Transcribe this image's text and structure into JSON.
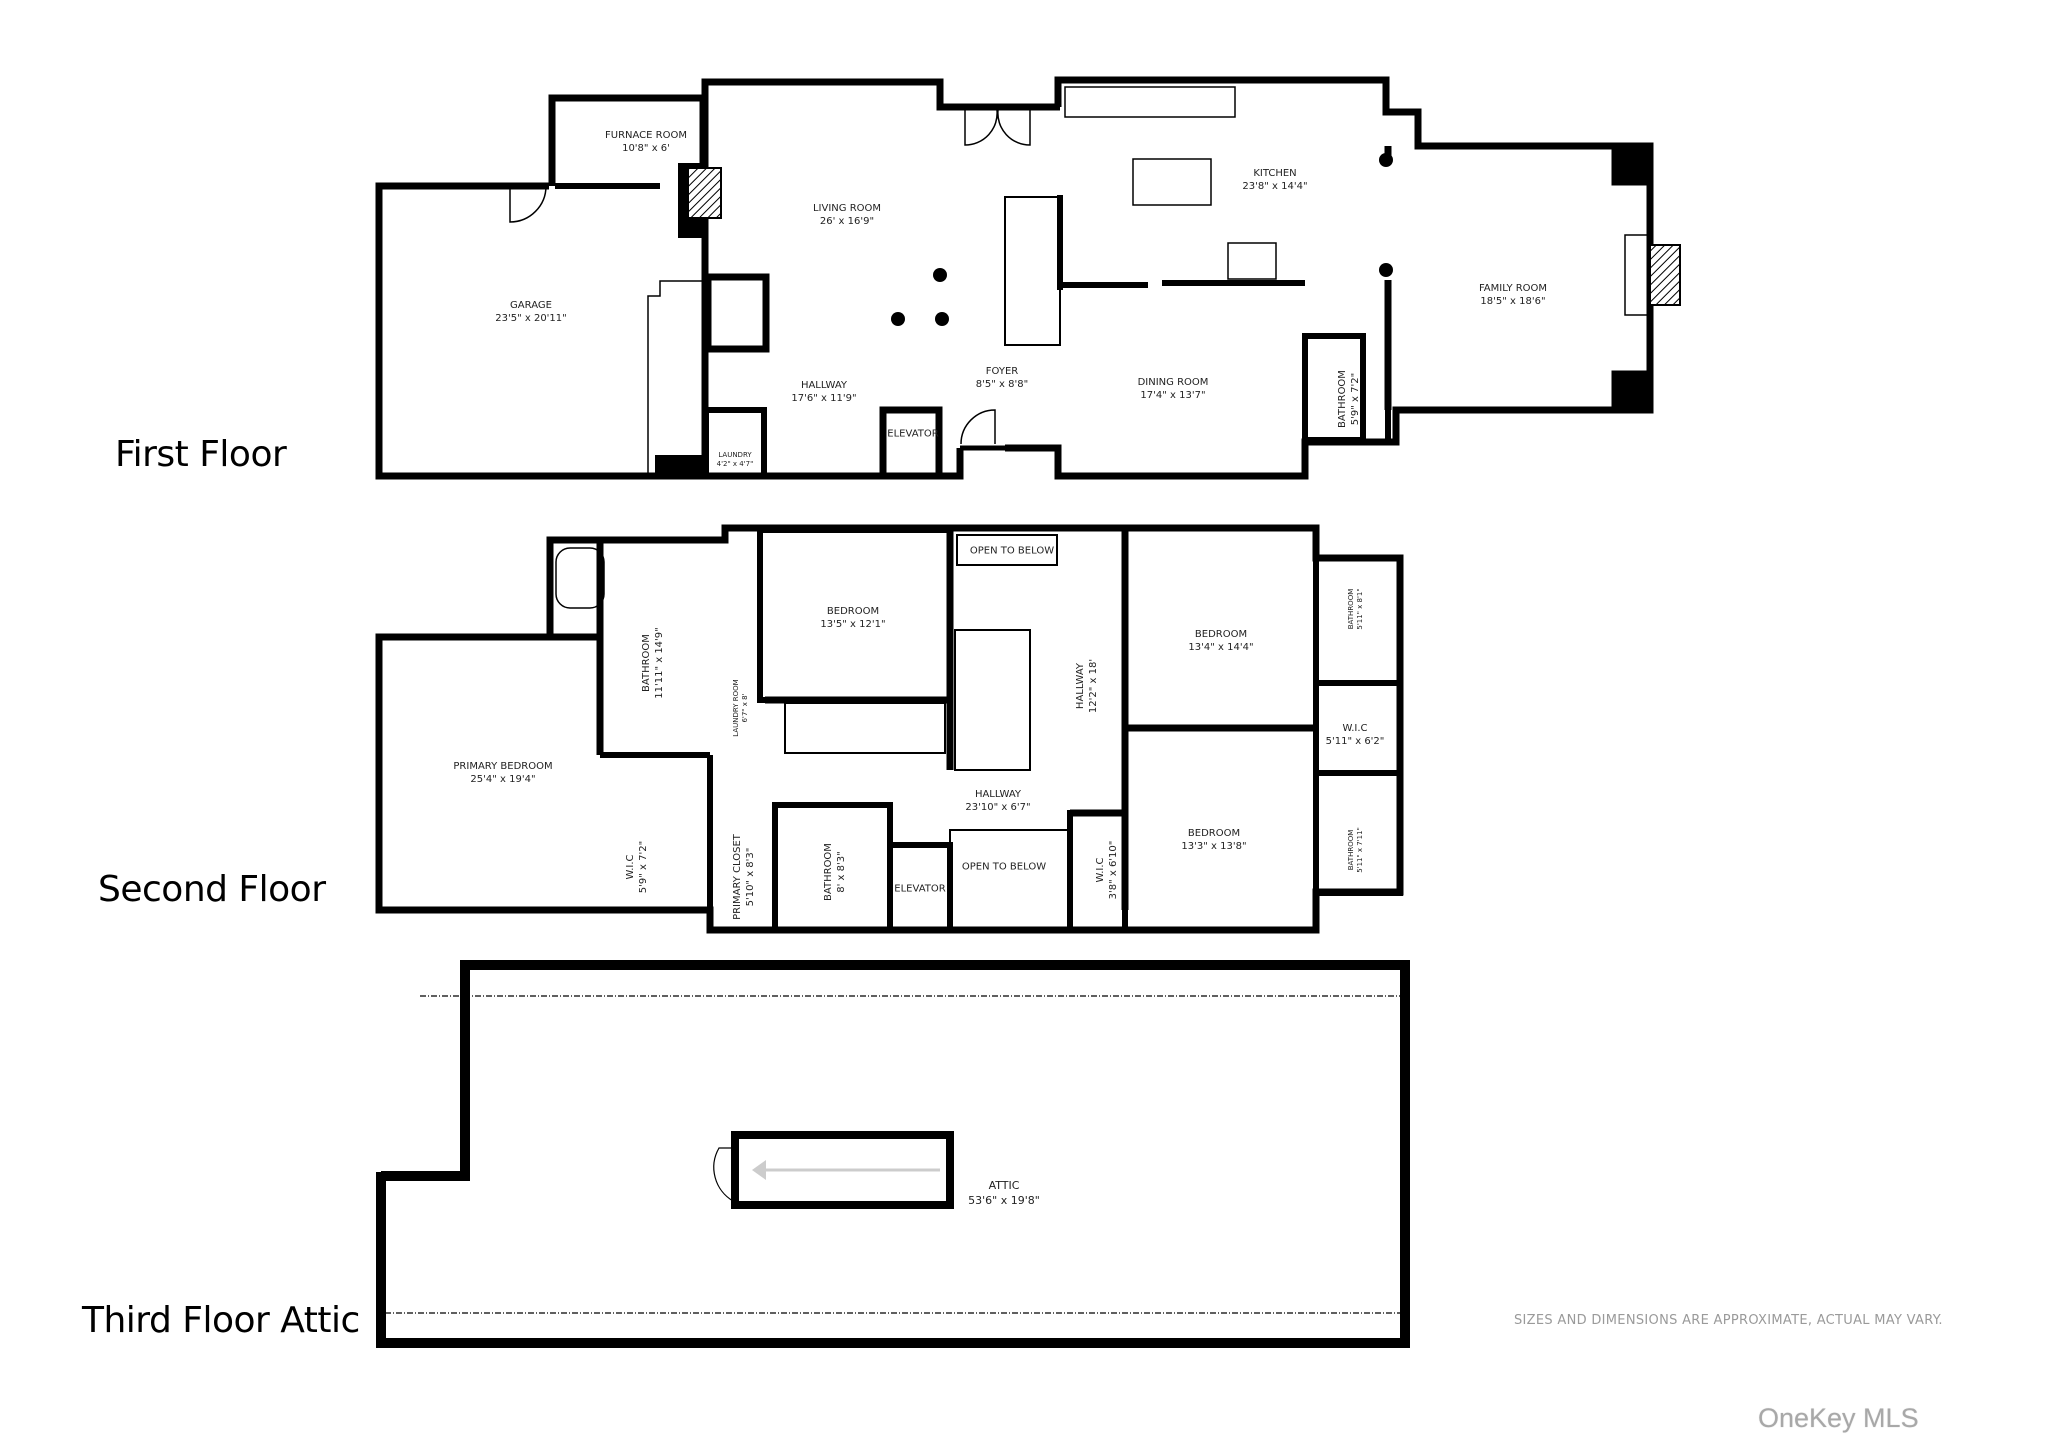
{
  "floors": [
    {
      "label": "First Floor",
      "rooms": [
        {
          "name": "FURNACE ROOM",
          "dims": "10'8\" x 6'"
        },
        {
          "name": "LIVING ROOM",
          "dims": "26' x 16'9\""
        },
        {
          "name": "KITCHEN",
          "dims": "23'8\" x 14'4\""
        },
        {
          "name": "GARAGE",
          "dims": "23'5\" x 20'11\""
        },
        {
          "name": "FAMILY ROOM",
          "dims": "18'5\" x 18'6\""
        },
        {
          "name": "FOYER",
          "dims": "8'5\" x 8'8\""
        },
        {
          "name": "HALLWAY",
          "dims": "17'6\" x 11'9\""
        },
        {
          "name": "DINING ROOM",
          "dims": "17'4\" x 13'7\""
        },
        {
          "name": "BATHROOM",
          "dims": "5'9\" x 7'2\""
        },
        {
          "name": "ELEVATOR",
          "dims": ""
        },
        {
          "name": "LAUNDRY",
          "dims": "4'2\" x 4'7\""
        }
      ]
    },
    {
      "label": "Second Floor",
      "rooms": [
        {
          "name": "OPEN TO BELOW",
          "dims": ""
        },
        {
          "name": "BEDROOM",
          "dims": "13'5\" x 12'1\""
        },
        {
          "name": "BEDROOM",
          "dims": "13'4\" x 14'4\""
        },
        {
          "name": "BATHROOM",
          "dims": "5'11\" x 8'1\""
        },
        {
          "name": "BATHROOM",
          "dims": "11'11\" x 14'9\""
        },
        {
          "name": "LAUNDRY ROOM",
          "dims": "6'7\" x 8'"
        },
        {
          "name": "HALLWAY",
          "dims": "12'2\" x 18'"
        },
        {
          "name": "W.I.C",
          "dims": "5'11\" x 6'2\""
        },
        {
          "name": "PRIMARY BEDROOM",
          "dims": "25'4\" x 19'4\""
        },
        {
          "name": "HALLWAY",
          "dims": "23'10\" x 6'7\""
        },
        {
          "name": "BEDROOM",
          "dims": "13'3\" x 13'8\""
        },
        {
          "name": "W.I.C",
          "dims": "5'9\" x 7'2\""
        },
        {
          "name": "PRIMARY CLOSET",
          "dims": "5'10\" x 8'3\""
        },
        {
          "name": "BATHROOM",
          "dims": "8' x 8'3\""
        },
        {
          "name": "BATHROOM",
          "dims": "5'11\" x 7'11\""
        },
        {
          "name": "W.I.C",
          "dims": "3'8\" x 6'10\""
        },
        {
          "name": "ELEVATOR",
          "dims": ""
        },
        {
          "name": "OPEN TO BELOW",
          "dims": ""
        }
      ]
    },
    {
      "label": "Third Floor Attic",
      "rooms": [
        {
          "name": "ATTIC",
          "dims": "53'6\" x 19'8\""
        }
      ]
    }
  ],
  "disclaimer": "SIZES AND DIMENSIONS ARE APPROXIMATE, ACTUAL MAY VARY.",
  "watermark": "OneKey MLS",
  "colors": {
    "wall": "#000000",
    "background": "#ffffff",
    "disclaimer": "#9a9a9a",
    "watermark": "#a8a8a8"
  }
}
